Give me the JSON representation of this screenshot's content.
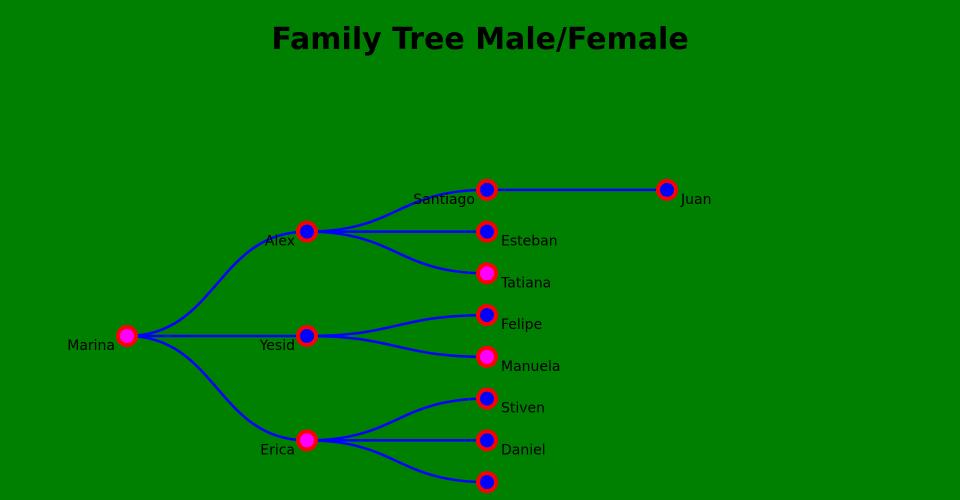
{
  "title": "Family Tree Male/Female",
  "colors": {
    "background": "#008000",
    "link": "#0000ff",
    "node_stroke": "#ff0000",
    "male_fill": "#0000ff",
    "female_fill": "#ff00ff"
  },
  "tree": {
    "name": "Marina",
    "gender": "female",
    "children": [
      {
        "name": "Alex",
        "gender": "male",
        "children": [
          {
            "name": "Santiago",
            "gender": "male",
            "children": [
              {
                "name": "Juan",
                "gender": "male"
              }
            ]
          },
          {
            "name": "Esteban",
            "gender": "male"
          },
          {
            "name": "Tatiana",
            "gender": "female"
          }
        ]
      },
      {
        "name": "Yesid",
        "gender": "male",
        "children": [
          {
            "name": "Felipe",
            "gender": "male"
          },
          {
            "name": "Manuela",
            "gender": "female"
          }
        ]
      },
      {
        "name": "Erica",
        "gender": "female",
        "children": [
          {
            "name": "Stiven",
            "gender": "male"
          },
          {
            "name": "Daniel",
            "gender": "male"
          },
          {
            "name": "",
            "gender": "male"
          }
        ]
      }
    ]
  }
}
